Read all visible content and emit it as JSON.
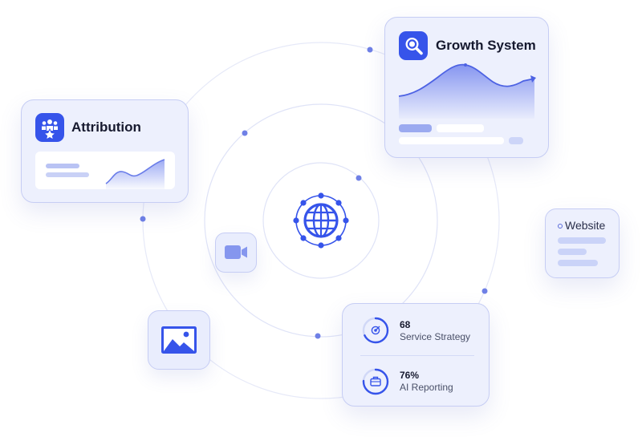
{
  "cards": {
    "attribution": {
      "title": "Attribution",
      "icon": "attribution-icon"
    },
    "growth": {
      "title": "Growth System",
      "icon": "magnifier-chart-icon"
    },
    "website": {
      "label": "Website"
    },
    "stats": {
      "items": [
        {
          "value": "68",
          "label": "Service Strategy",
          "progress": 0.68,
          "icon": "target-icon"
        },
        {
          "value": "76%",
          "label": "AI Reporting",
          "progress": 0.76,
          "icon": "briefcase-icon"
        }
      ]
    }
  },
  "tiles": {
    "video": {
      "icon": "video-camera-icon"
    },
    "image": {
      "icon": "image-icon"
    }
  },
  "center": {
    "icon": "globe-network-icon"
  },
  "colors": {
    "accent": "#3654ea",
    "card_bg": "#edf0fd",
    "card_border": "#c6cdf4",
    "orbit": "#dfe3f7",
    "dot": "#6f80e6"
  }
}
